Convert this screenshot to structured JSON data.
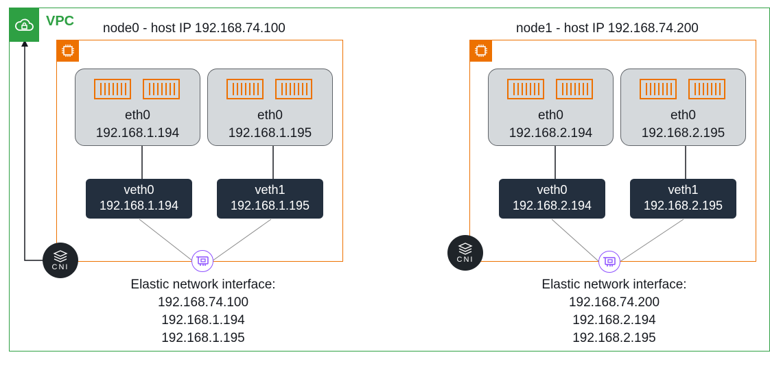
{
  "vpc": {
    "label": "VPC"
  },
  "nodes": [
    {
      "title": "node0 - host IP 192.168.74.100",
      "pods": [
        {
          "iface": "eth0",
          "ip": "192.168.1.194"
        },
        {
          "iface": "eth0",
          "ip": "192.168.1.195"
        }
      ],
      "veths": [
        {
          "name": "veth0",
          "ip": "192.168.1.194"
        },
        {
          "name": "veth1",
          "ip": "192.168.1.195"
        }
      ],
      "cni_label": "CNI",
      "eni": {
        "title": "Elastic network interface:",
        "ips": [
          "192.168.74.100",
          "192.168.1.194",
          "192.168.1.195"
        ]
      }
    },
    {
      "title": "node1 - host IP 192.168.74.200",
      "pods": [
        {
          "iface": "eth0",
          "ip": "192.168.2.194"
        },
        {
          "iface": "eth0",
          "ip": "192.168.2.195"
        }
      ],
      "veths": [
        {
          "name": "veth0",
          "ip": "192.168.2.194"
        },
        {
          "name": "veth1",
          "ip": "192.168.2.195"
        }
      ],
      "cni_label": "CNI",
      "eni": {
        "title": "Elastic network interface:",
        "ips": [
          "192.168.74.200",
          "192.168.2.194",
          "192.168.2.195"
        ]
      }
    }
  ],
  "colors": {
    "vpc_green": "#2ea043",
    "node_orange": "#ed7100",
    "veth_dark": "#232f3e",
    "eni_purple": "#8c4fff",
    "pod_gray": "#d5d9dc"
  }
}
